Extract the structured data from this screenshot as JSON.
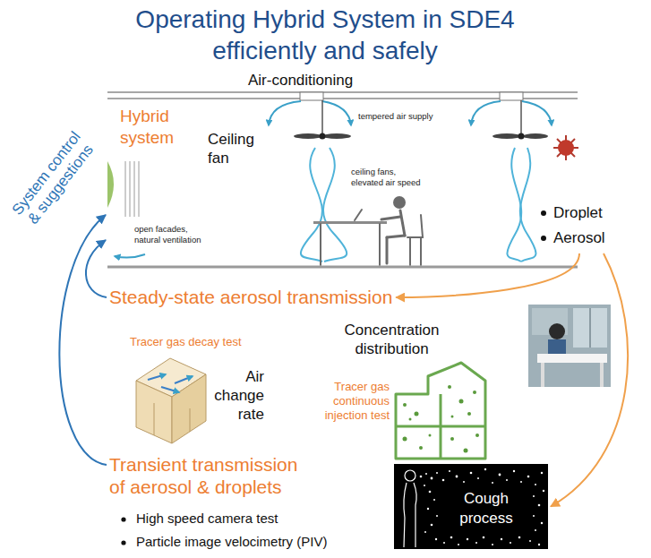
{
  "diagram": {
    "title": "Operating Hybrid System in SDE4 efficiently and safely",
    "nodes": [
      {
        "text": [
          "Hybrid system"
        ]
      },
      {
        "text": [
          "Droplet",
          "Aerosol"
        ]
      },
      {
        "text": [
          "Steady-state aerosol transmission"
        ]
      },
      {
        "text": [
          "Transient transmission of aerosol & droplets"
        ]
      },
      {
        "text": [
          "Cough process"
        ]
      }
    ],
    "edges": [
      {
        "from": 1,
        "to": 2,
        "arrow": "to"
      },
      {
        "from": 1,
        "to": 4,
        "arrow": "to"
      },
      {
        "from": 2,
        "to": 0,
        "arrow": "to"
      },
      {
        "from": 3,
        "to": 0,
        "arrow": "to"
      }
    ],
    "labels": [
      "Air-conditioning",
      "tempered air supply",
      "Ceiling fan",
      "ceiling fans, elevated air speed",
      "open facades, natural ventilation",
      "System control & suggestions",
      "Tracer gas decay test",
      "Air change rate",
      "Concentration distribution",
      "Tracer gas continuous injection test",
      "High speed camera test",
      "Particle image velocimetry (PIV)"
    ]
  }
}
